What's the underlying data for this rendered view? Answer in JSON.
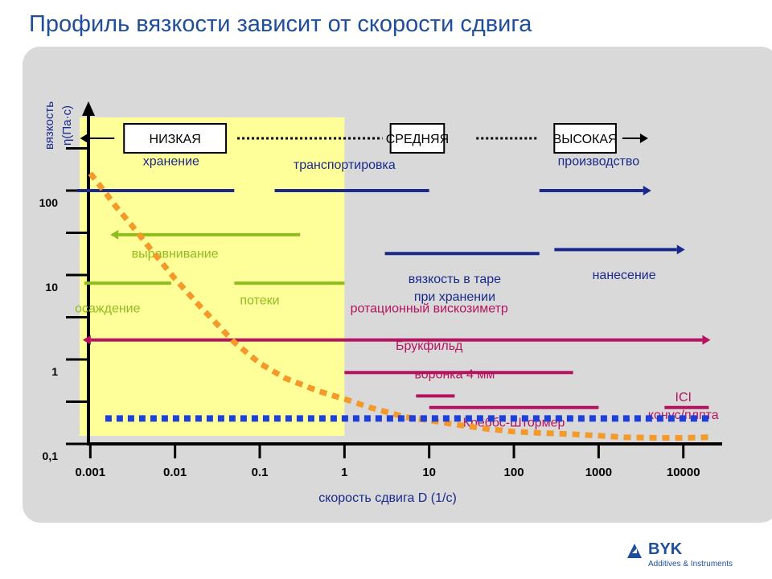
{
  "page": {
    "title": "Профиль вязкости зависит от скорости сдвига"
  },
  "logo": {
    "name": "BYK",
    "subtitle": "Additives & Instruments"
  },
  "colors": {
    "title": "#1f4e9a",
    "panel": "#d9d9d9",
    "low_zone": "#ffff99",
    "navy": "#1a2a8c",
    "green": "#8fbc1f",
    "magenta": "#b5135e",
    "orange": "#f39a2b",
    "blue_dots": "#1f3fd9"
  },
  "chart_data": {
    "type": "line",
    "xlabel": "скорость сдвига D (1/с)",
    "ylabel_line1": "вязкость",
    "ylabel_line2": "η(Па·с)",
    "x_scale": "log",
    "y_scale": "log",
    "xlim": [
      0.0007,
      30000
    ],
    "ylim": [
      0.1,
      1000
    ],
    "x_ticks": [
      {
        "value": 0.001,
        "label": "0.001"
      },
      {
        "value": 0.01,
        "label": "0.01"
      },
      {
        "value": 0.1,
        "label": "0.1"
      },
      {
        "value": 1,
        "label": "1"
      },
      {
        "value": 10,
        "label": "10"
      },
      {
        "value": 100,
        "label": "100"
      },
      {
        "value": 1000,
        "label": "1000"
      },
      {
        "value": 10000,
        "label": "10000"
      }
    ],
    "y_ticks": [
      {
        "value": 0.1,
        "label": "0,1"
      },
      {
        "value": 1,
        "label": "1"
      },
      {
        "value": 10,
        "label": "10"
      },
      {
        "value": 100,
        "label": "100"
      }
    ],
    "low_zone_x": [
      0.00075,
      1
    ],
    "zones": [
      {
        "label": "НИЗКАЯ",
        "x": [
          0.0025,
          0.04
        ],
        "arrow": "left"
      },
      {
        "label": "СРЕДНЯЯ",
        "x": [
          3.5,
          15
        ]
      },
      {
        "label": "ВЫСОКАЯ",
        "x": [
          300,
          1600
        ],
        "arrow": "right"
      }
    ],
    "series": [
      {
        "name": "shear-thinning curve",
        "style": "orange-dotted",
        "x": [
          0.001,
          0.0015,
          0.002,
          0.003,
          0.005,
          0.01,
          0.02,
          0.05,
          0.1,
          0.2,
          0.5,
          1,
          2,
          5,
          10,
          20,
          50,
          100,
          200,
          500,
          1000,
          2000,
          5000,
          10000,
          20000
        ],
        "y": [
          160,
          95,
          65,
          40,
          21,
          9,
          4.2,
          1.6,
          0.9,
          0.6,
          0.42,
          0.34,
          0.27,
          0.21,
          0.19,
          0.17,
          0.15,
          0.14,
          0.135,
          0.13,
          0.125,
          0.12,
          0.118,
          0.118,
          0.12
        ]
      },
      {
        "name": "newtonian reference",
        "style": "blue-dotted",
        "x": [
          0.0015,
          20000
        ],
        "y": [
          0.2,
          0.2
        ]
      }
    ],
    "process_ranges": [
      {
        "label": "хранение",
        "x": [
          0.0007,
          0.05
        ],
        "y": 100,
        "color": "navy",
        "label_at": [
          0.009,
          200
        ]
      },
      {
        "label": "транспортировка",
        "x": [
          0.15,
          10
        ],
        "y": 100,
        "color": "navy",
        "label_at": [
          1,
          180
        ]
      },
      {
        "label": "производство",
        "x": [
          200,
          4000
        ],
        "y": 100,
        "color": "navy",
        "arrow": "right",
        "label_at": [
          1000,
          200
        ]
      },
      {
        "label": "выравнивание",
        "x": [
          0.0018,
          0.3
        ],
        "y": 30,
        "color": "green",
        "arrow": "left",
        "label_at": [
          0.01,
          16
        ]
      },
      {
        "label": "вязкость в таре\nпри хранении",
        "x": [
          3,
          200
        ],
        "y": 18,
        "color": "navy",
        "label_at": [
          20,
          8
        ]
      },
      {
        "label": "нанесение",
        "x": [
          300,
          10000
        ],
        "y": 20,
        "color": "navy",
        "arrow": "right",
        "label_at": [
          2000,
          9
        ]
      },
      {
        "label": "осаждение",
        "x": [
          0.00085,
          0.009
        ],
        "y": 8,
        "color": "green",
        "label_at": [
          0.0016,
          3.6
        ]
      },
      {
        "label": "потеки",
        "x": [
          0.05,
          1
        ],
        "y": 8,
        "color": "green",
        "label_at": [
          0.1,
          4.5
        ]
      },
      {
        "label": "ротационный вискозиметр",
        "x": [
          0.00085,
          20000
        ],
        "y": 1.7,
        "color": "magenta",
        "arrow": "both",
        "label_at": [
          10,
          3.6
        ]
      },
      {
        "label": "Брукфильд",
        "x": [
          1,
          500
        ],
        "y": 0.7,
        "color": "magenta",
        "label_at": [
          10,
          1.3
        ]
      },
      {
        "label": "воронка 4 мм",
        "x": [
          7,
          20
        ],
        "y": 0.37,
        "color": "magenta",
        "label_at": [
          20,
          0.6
        ]
      },
      {
        "label": "Креббс-Штормер",
        "x": [
          10,
          1000
        ],
        "y": 0.27,
        "color": "magenta",
        "label_at": [
          100,
          0.16
        ]
      },
      {
        "label": "ICI\nконус/плпта",
        "x": [
          6000,
          20000
        ],
        "y": 0.27,
        "color": "magenta",
        "label_at": [
          10000,
          0.32
        ]
      }
    ]
  }
}
